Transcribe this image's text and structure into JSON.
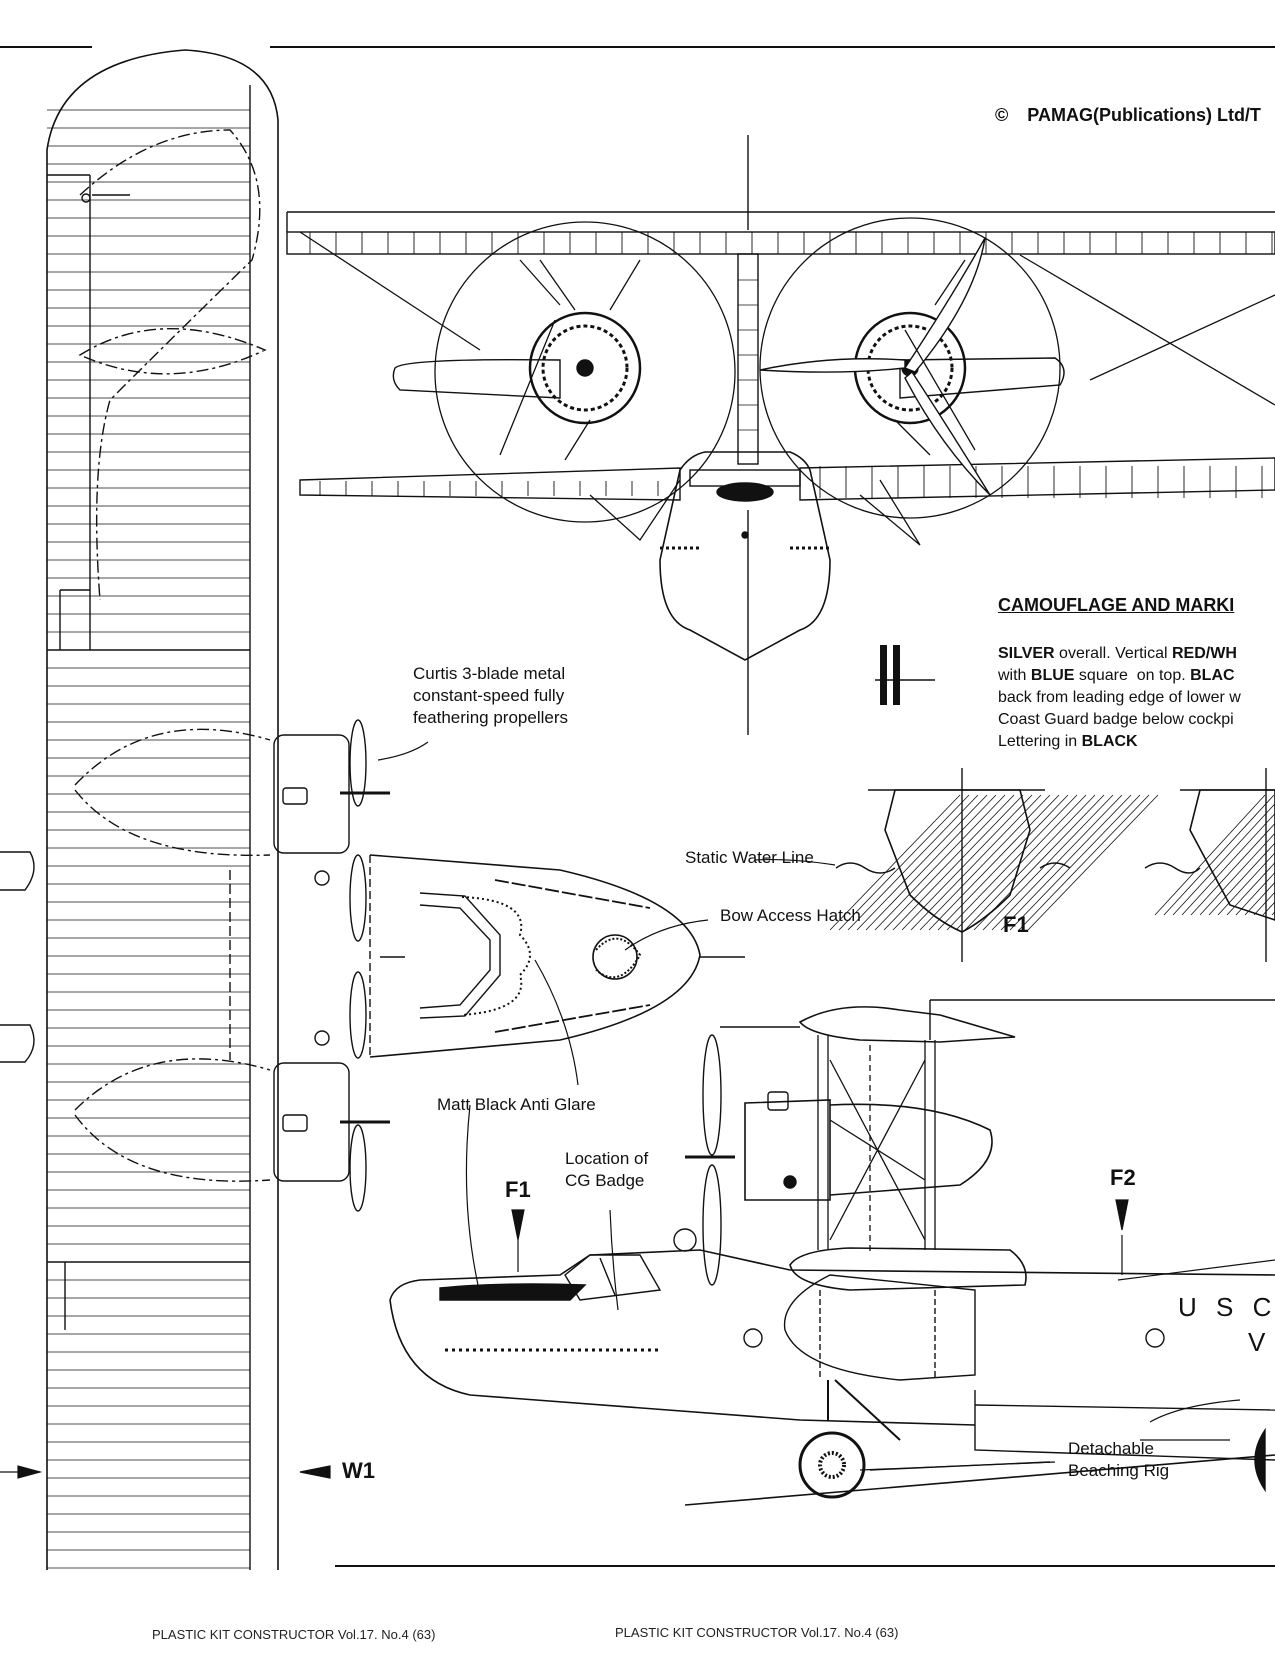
{
  "copyright": {
    "symbol": "©",
    "text": "PAMAG(Publications) Ltd/T"
  },
  "annotations": {
    "propellers": [
      "Curtis 3-blade metal",
      "constant-speed fully",
      "feathering propellers"
    ],
    "static_water_line": "Static Water Line",
    "bow_access_hatch": "Bow Access Hatch",
    "matt_black": "Matt Black Anti Glare",
    "cg_badge": [
      "Location of",
      "CG Badge"
    ],
    "beaching_rig": [
      "Detachable",
      "Beaching Rig"
    ]
  },
  "section_marks": {
    "f1_side": "F1",
    "f1_section": "F1",
    "f2": "F2",
    "w1": "W1"
  },
  "markings": {
    "title": "CAMOUFLAGE AND MARKI",
    "lines": [
      [
        {
          "t": "SILVER",
          "b": true
        },
        {
          "t": " overall. Vertical ",
          "b": false
        },
        {
          "t": "RED/WH",
          "b": true
        }
      ],
      [
        {
          "t": "with ",
          "b": false
        },
        {
          "t": "BLUE",
          "b": true
        },
        {
          "t": " square  on top. ",
          "b": false
        },
        {
          "t": "BLAC",
          "b": true
        }
      ],
      [
        {
          "t": "back from leading edge of lower w",
          "b": false
        }
      ],
      [
        {
          "t": "Coast Guard badge below cockpi",
          "b": false
        }
      ],
      [
        {
          "t": "Lettering in ",
          "b": false
        },
        {
          "t": "BLACK",
          "b": true
        }
      ]
    ]
  },
  "registration": {
    "line1": "U S CO",
    "line2": "V"
  },
  "footer": {
    "left": "PLASTIC KIT CONSTRUCTOR Vol.17. No.4 (63)",
    "right": "PLASTIC KIT CONSTRUCTOR Vol.17. No.4 (63)"
  }
}
